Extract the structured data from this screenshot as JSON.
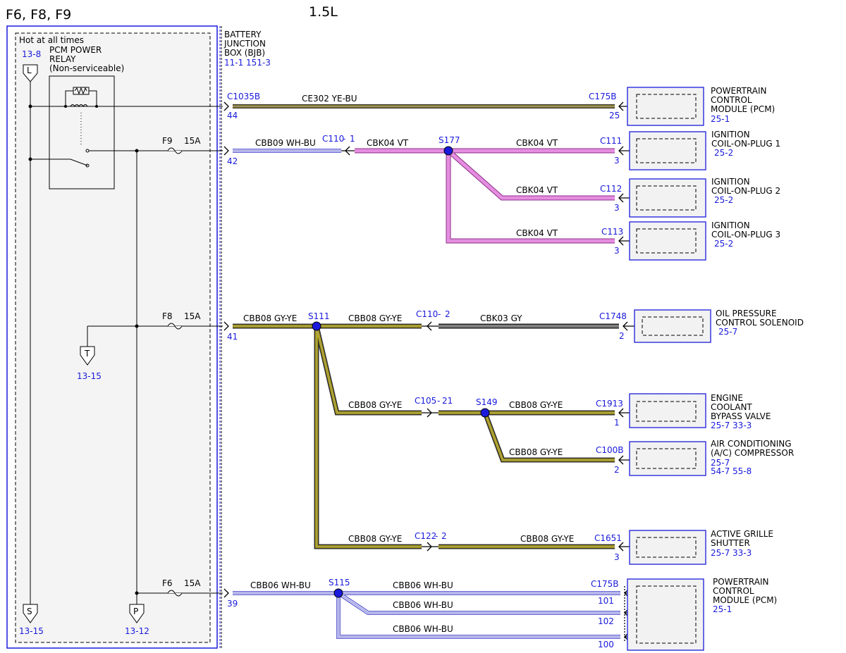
{
  "header": {
    "fuses_title": "F6, F8, F9",
    "engine_title": "1.5L"
  },
  "bjb": {
    "hot_label": "Hot at all times",
    "name_lines": [
      "BATTERY",
      "JUNCTION",
      "BOX (BJB)"
    ],
    "refs": "11-1   151-3",
    "relay": {
      "ref": "13-8",
      "lines": [
        "PCM POWER",
        "RELAY",
        "(Non-serviceable)"
      ]
    },
    "fuses": [
      {
        "name": "F9",
        "rating": "15A"
      },
      {
        "name": "F8",
        "rating": "15A"
      },
      {
        "name": "F6",
        "rating": "15A"
      }
    ],
    "flags": [
      {
        "letter": "L",
        "ref": "13-8"
      },
      {
        "letter": "T",
        "ref": "13-15"
      },
      {
        "letter": "S",
        "ref": "13-15"
      },
      {
        "letter": "P",
        "ref": "13-12"
      }
    ]
  },
  "connectors": {
    "c1035b": "C1035B",
    "c1035b_pin": "44",
    "pin42": "42",
    "pin41": "41",
    "pin39": "39",
    "c110_1": "C110",
    "c110_1_pin": "1",
    "c110_2": "C110",
    "c110_2_pin": "2",
    "c105": "C105",
    "c105_pin": "21",
    "c122": "C122",
    "c122_pin": "2",
    "c175b_a": "C175B",
    "c175b_a_pin": "25",
    "c111": "C111",
    "c111_pin": "3",
    "c112": "C112",
    "c112_pin": "3",
    "c113": "C113",
    "c113_pin": "3",
    "c1748": "C1748",
    "c1748_pin": "2",
    "c1913": "C1913",
    "c1913_pin": "1",
    "c100b": "C100B",
    "c100b_pin": "2",
    "c1651": "C1651",
    "c1651_pin": "3",
    "c175b_b": "C175B",
    "c175b_b_pins": [
      "101",
      "102",
      "100"
    ]
  },
  "splices": {
    "s177": "S177",
    "s111": "S111",
    "s149": "S149",
    "s115": "S115"
  },
  "wires": {
    "ce302": "CE302   YE-BU",
    "cbb09": "CBB09   WH-BU",
    "cbk04": "CBK04   VT",
    "cbb08": "CBB08   GY-YE",
    "cbk03": "CBK03      GY",
    "cbb06": "CBB06   WH-BU"
  },
  "components": {
    "pcm_a": {
      "lines": [
        "POWERTRAIN",
        "CONTROL",
        "MODULE (PCM)"
      ],
      "ref": "25-1"
    },
    "cop1": {
      "lines": [
        "IGNITION",
        "COIL-ON-PLUG 1"
      ],
      "ref": "25-2"
    },
    "cop2": {
      "lines": [
        "IGNITION",
        "COIL-ON-PLUG 2"
      ],
      "ref": "25-2"
    },
    "cop3": {
      "lines": [
        "IGNITION",
        "COIL-ON-PLUG 3"
      ],
      "ref": "25-2"
    },
    "opcs": {
      "lines": [
        "OIL PRESSURE",
        "CONTROL SOLENOID"
      ],
      "ref": "25-7"
    },
    "ecbv": {
      "lines": [
        "ENGINE",
        "COOLANT",
        "BYPASS VALVE"
      ],
      "ref": "25-7   33-3"
    },
    "acc": {
      "lines": [
        "AIR CONDITIONING",
        "(A/C) COMPRESSOR"
      ],
      "ref": "25-7",
      "ref2": "54-7    55-8"
    },
    "ags": {
      "lines": [
        "ACTIVE GRILLE",
        "SHUTTER"
      ],
      "ref": "25-7 33-3"
    },
    "pcm_b": {
      "lines": [
        "POWERTRAIN",
        "CONTROL",
        "MODULE (PCM)"
      ],
      "ref": "25-1"
    }
  },
  "colors": {
    "frame_blue": "#1a1adc",
    "yellow": "#c8b400",
    "blue_wire": "#6b6bd6",
    "violet": "#e58ee0",
    "gray": "#707070",
    "box_fill": "#f2f2f2"
  }
}
